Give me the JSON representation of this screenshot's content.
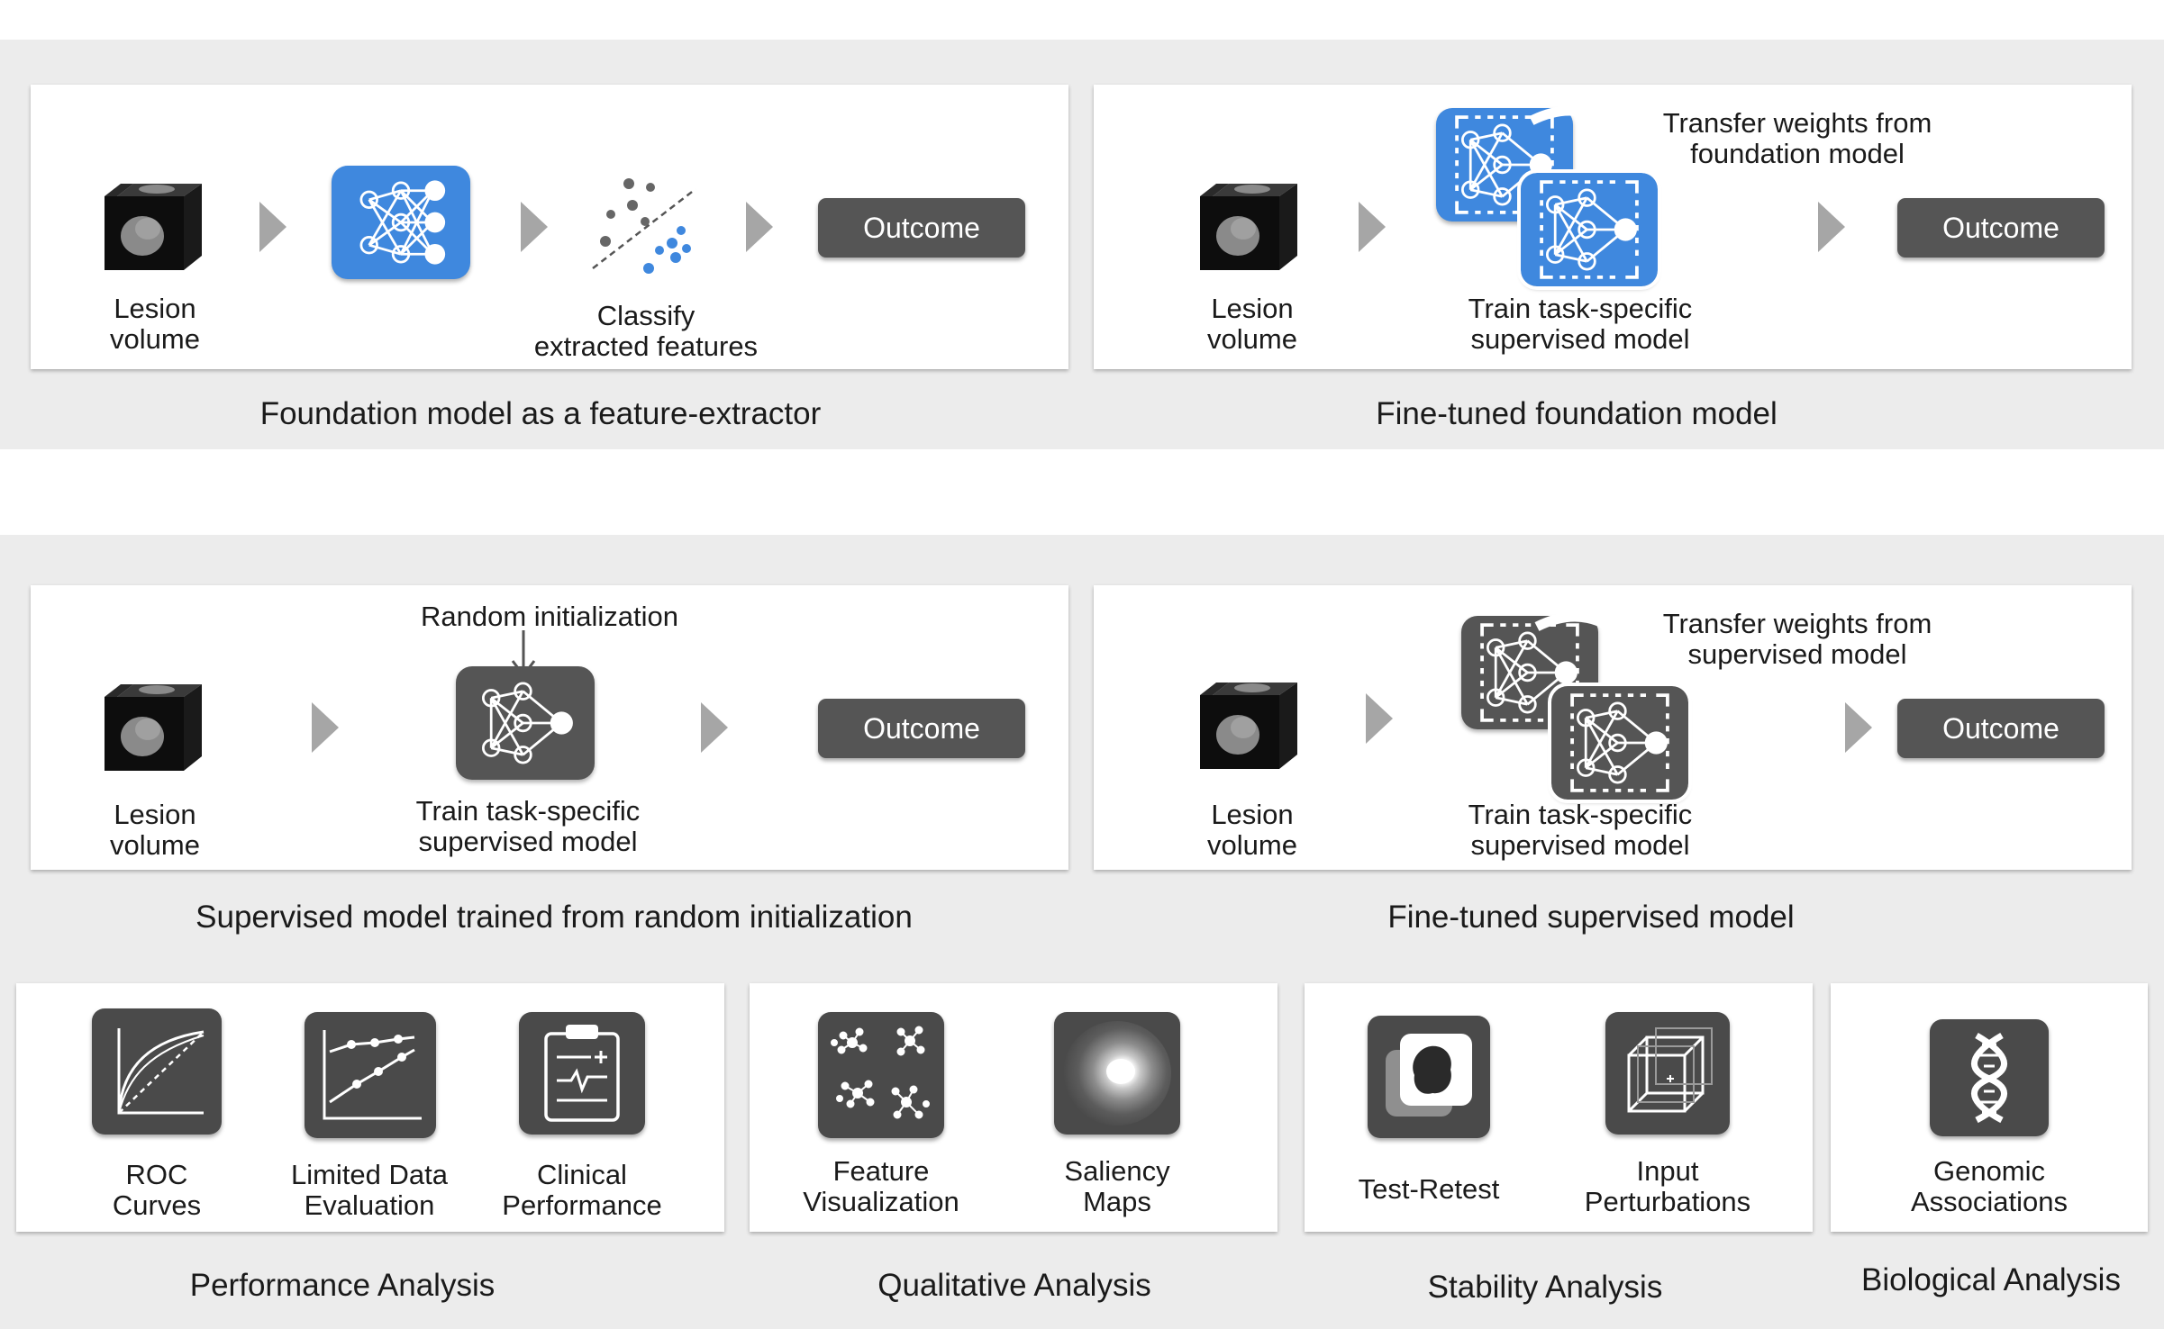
{
  "colors": {
    "accent_blue": "#3f88de",
    "tile_gray": "#4a4a4a",
    "outcome_gray": "#555555",
    "band_gray": "#ececec",
    "arrow_gray": "#a6a6a6"
  },
  "panels": {
    "p1": {
      "input_label": [
        "Lesion",
        "volume"
      ],
      "classify_label": [
        "Classify",
        "extracted features"
      ],
      "outcome": "Outcome",
      "caption": "Foundation model as a feature-extractor"
    },
    "p2": {
      "input_label": [
        "Lesion",
        "volume"
      ],
      "transfer_label": [
        "Transfer weights from",
        "foundation model"
      ],
      "train_label": [
        "Train task-specific",
        "supervised model"
      ],
      "outcome": "Outcome",
      "caption": "Fine-tuned foundation model"
    },
    "p3": {
      "random_label": "Random initialization",
      "input_label": [
        "Lesion",
        "volume"
      ],
      "train_label": [
        "Train task-specific",
        "supervised model"
      ],
      "outcome": "Outcome",
      "caption": "Supervised model trained from random initialization"
    },
    "p4": {
      "input_label": [
        "Lesion",
        "volume"
      ],
      "transfer_label": [
        "Transfer weights from",
        "supervised model"
      ],
      "train_label": [
        "Train task-specific",
        "supervised model"
      ],
      "outcome": "Outcome",
      "caption": "Fine-tuned supervised model"
    }
  },
  "analysis": {
    "performance": {
      "caption": "Performance Analysis",
      "items": [
        {
          "label": [
            "ROC",
            "Curves"
          ],
          "icon": "roc-curve-icon"
        },
        {
          "label": [
            "Limited Data",
            "Evaluation"
          ],
          "icon": "line-chart-icon"
        },
        {
          "label": [
            "Clinical",
            "Performance"
          ],
          "icon": "clipboard-icon"
        }
      ]
    },
    "qualitative": {
      "caption": "Qualitative Analysis",
      "items": [
        {
          "label": [
            "Feature",
            "Visualization"
          ],
          "icon": "clusters-icon"
        },
        {
          "label": [
            "Saliency",
            "Maps"
          ],
          "icon": "saliency-icon"
        }
      ]
    },
    "stability": {
      "caption": "Stability Analysis",
      "items": [
        {
          "label": [
            "Test-Retest"
          ],
          "icon": "test-retest-icon"
        },
        {
          "label": [
            "Input",
            "Perturbations"
          ],
          "icon": "cube-perturbation-icon"
        }
      ]
    },
    "biological": {
      "caption": "Biological Analysis",
      "items": [
        {
          "label": [
            "Genomic",
            "Associations"
          ],
          "icon": "dna-icon"
        }
      ]
    }
  }
}
